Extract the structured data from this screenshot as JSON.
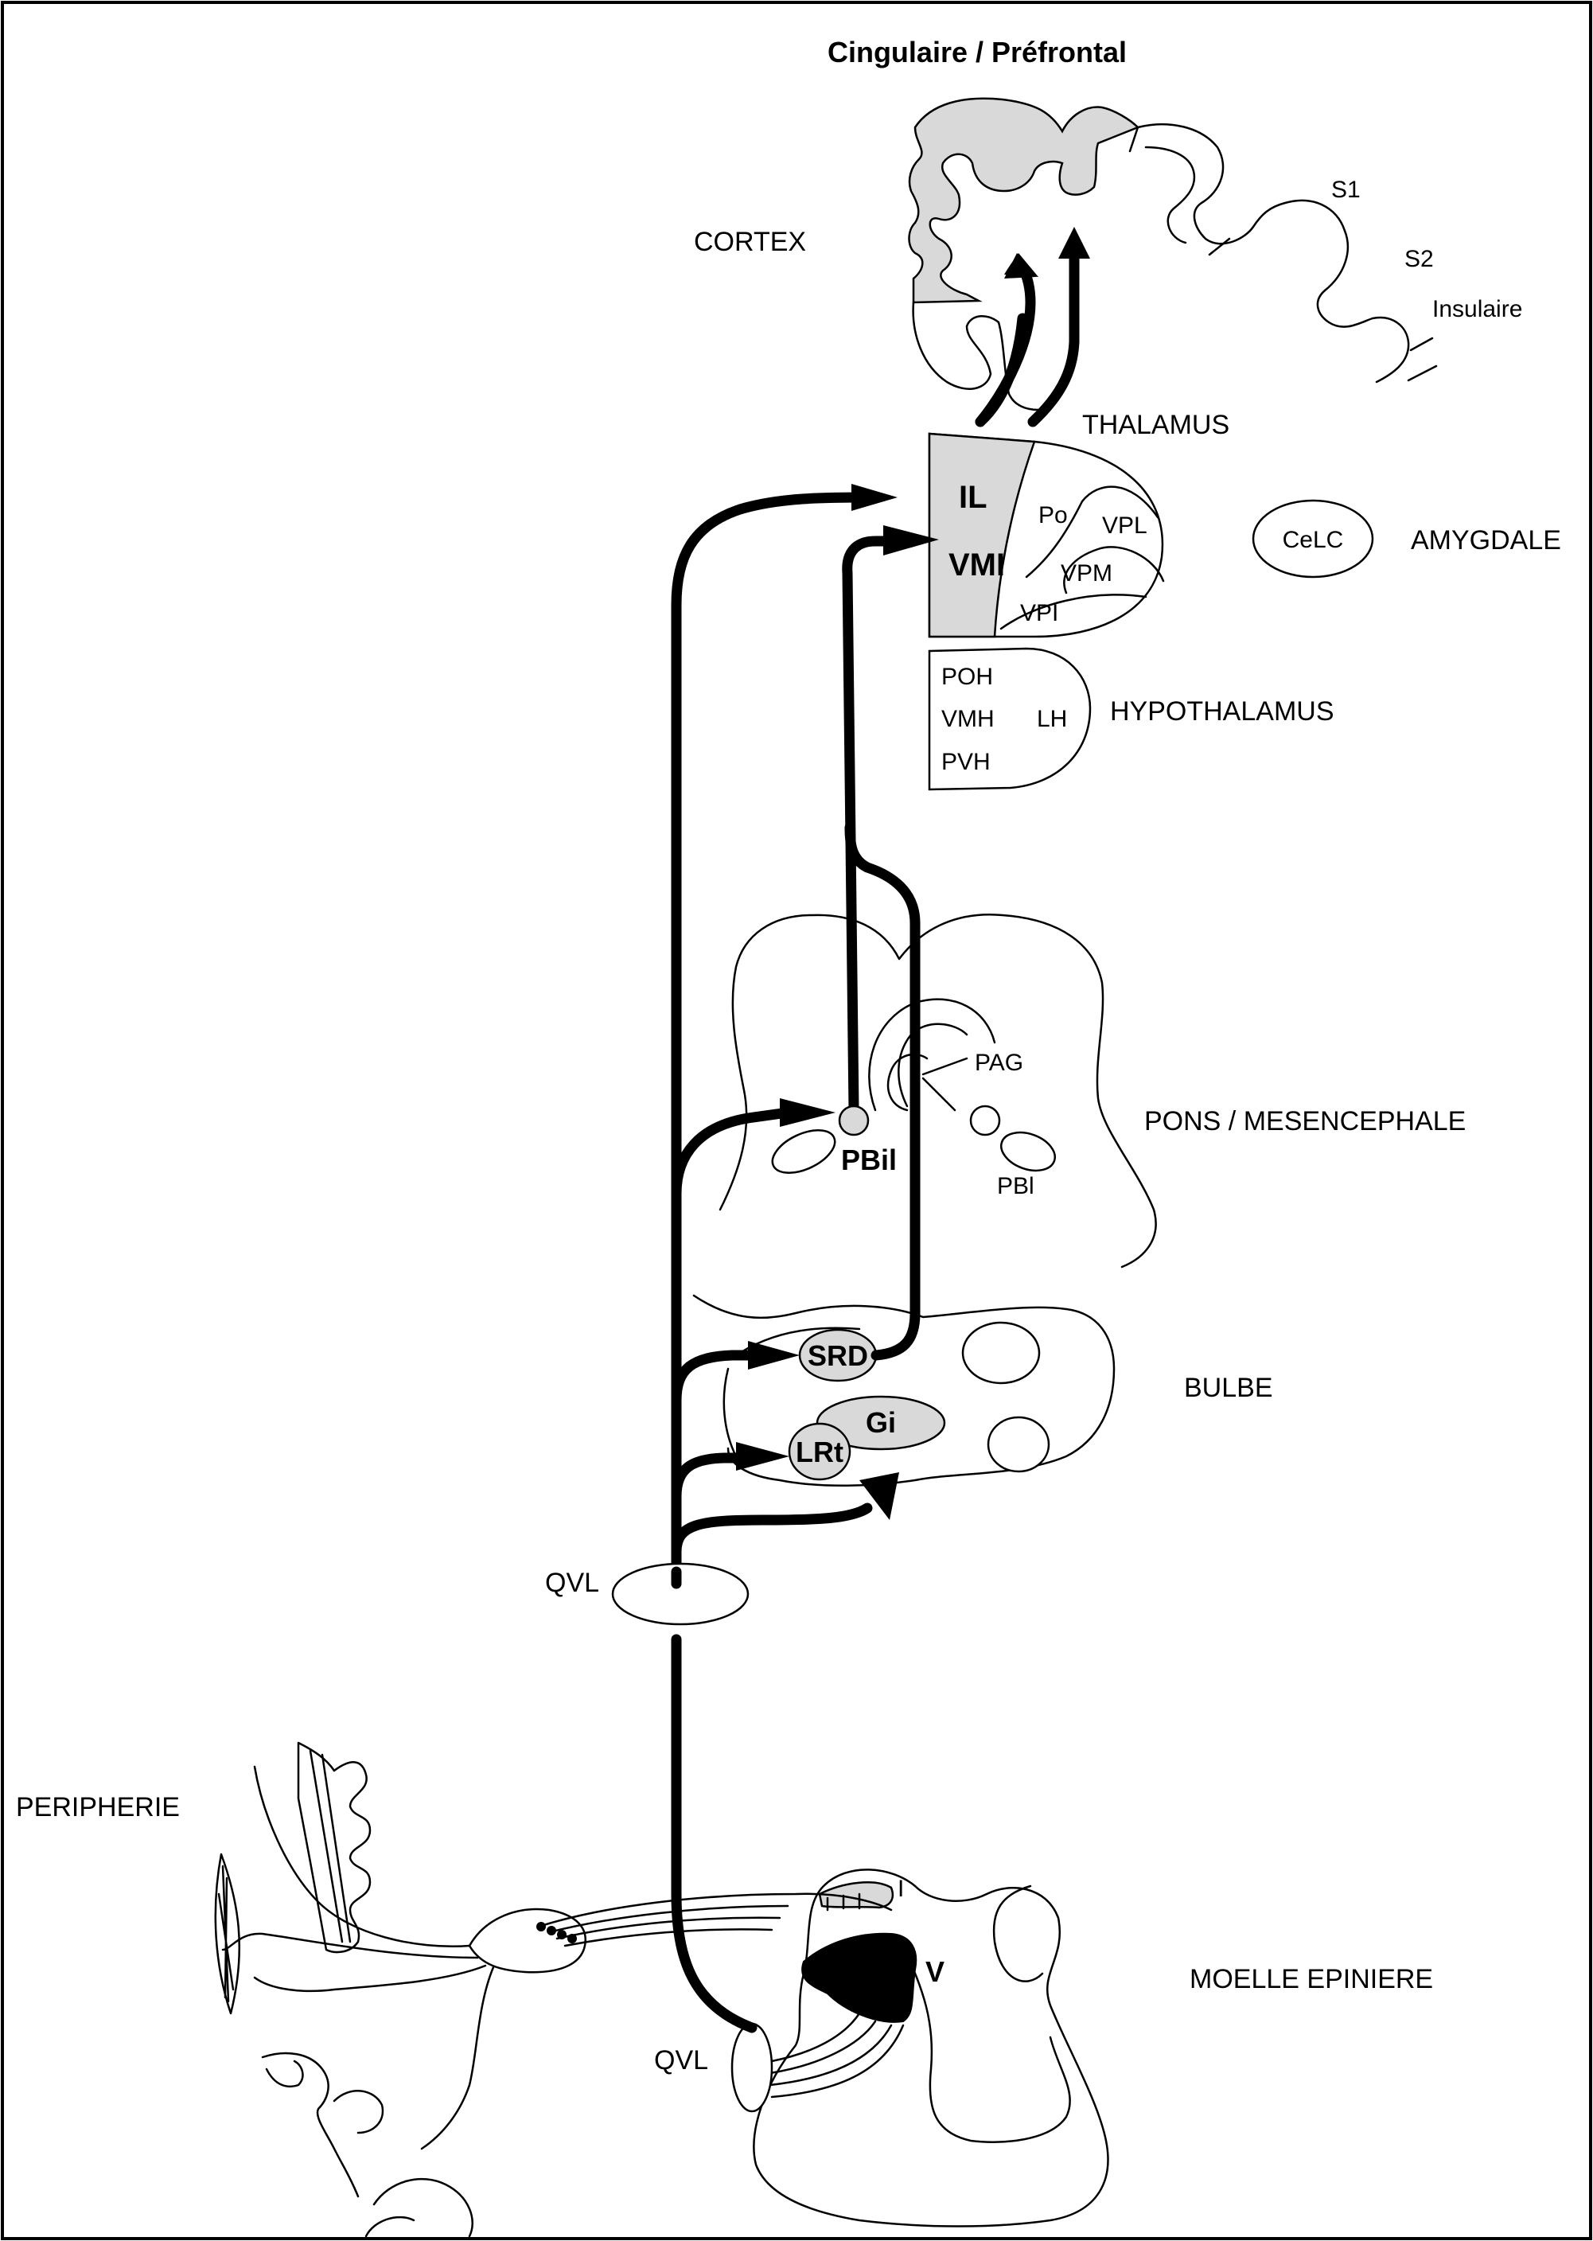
{
  "title": "Cingulaire / Préfrontal",
  "levels": {
    "cortex": "CORTEX",
    "thalamus": "THALAMUS",
    "hypothalamus": "HYPOTHALAMUS",
    "amygdale": "AMYGDALE",
    "pons": "PONS / MESENCEPHALE",
    "bulbe": "BULBE",
    "moelle": "MOELLE EPINIERE",
    "peripherie": "PERIPHERIE"
  },
  "cortex_areas": {
    "s1": "S1",
    "s2": "S2",
    "insulaire": "Insulaire"
  },
  "amygdala_nuclei": {
    "celc": "CeLC"
  },
  "thalamic_nuclei": {
    "il": "IL",
    "vmi": "VMI",
    "po": "Po",
    "vpl": "VPL",
    "vpm": "VPM",
    "vpi": "VPI"
  },
  "hypothalamic_nuclei": {
    "poh": "POH",
    "vmh": "VMH",
    "pvh": "PVH",
    "lh": "LH"
  },
  "brainstem_nuclei": {
    "pag": "PAG",
    "pbil": "PBil",
    "pbl": "PBl",
    "srd": "SRD",
    "lrt": "LRt",
    "gi": "Gi"
  },
  "tracts": {
    "qvl_upper": "QVL",
    "qvl_lower": "QVL"
  },
  "laminae": {
    "lamina_1": "I",
    "lamina_5": "V"
  },
  "colors": {
    "line": "#000000",
    "highlight": "#d9d9d9",
    "background": "#ffffff"
  }
}
